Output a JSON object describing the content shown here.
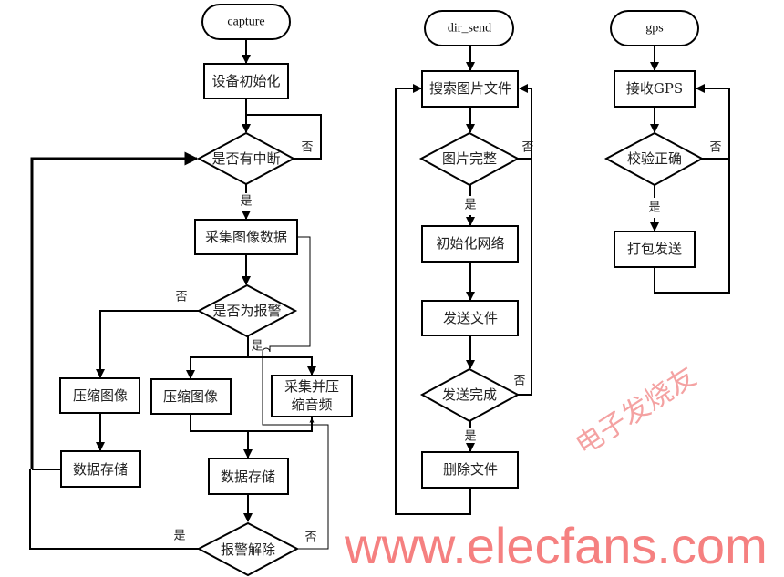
{
  "capture": {
    "start": "capture",
    "init": "设备初始化",
    "interrupt_check": "是否有中断",
    "collect_image": "采集图像数据",
    "alarm_check": "是否为报警",
    "compress_left": "压缩图像",
    "store_left": "数据存储",
    "compress_mid": "压缩图像",
    "collect_audio_line1": "采集并压",
    "collect_audio_line2": "缩音频",
    "store_mid": "数据存储",
    "alarm_cleared": "报警解除",
    "labels": {
      "no_interrupt": "否",
      "yes_interrupt": "是",
      "no_alarm": "否",
      "yes_alarm": "是",
      "yes_cleared": "是",
      "no_cleared": "否"
    }
  },
  "dir_send": {
    "start": "dir_send",
    "search": "搜索图片文件",
    "complete_check": "图片完整",
    "init_net": "初始化网络",
    "send": "发送文件",
    "send_done": "发送完成",
    "delete": "删除文件",
    "labels": {
      "no_complete": "否",
      "yes_complete": "是",
      "no_done": "否",
      "yes_done": "是"
    }
  },
  "gps": {
    "start": "gps",
    "receive": "接收GPS",
    "verify": "校验正确",
    "pack_send": "打包发送",
    "labels": {
      "no": "否",
      "yes": "是"
    }
  },
  "watermarks": {
    "site": "www.elecfans.com",
    "brand": "电子发烧友"
  }
}
